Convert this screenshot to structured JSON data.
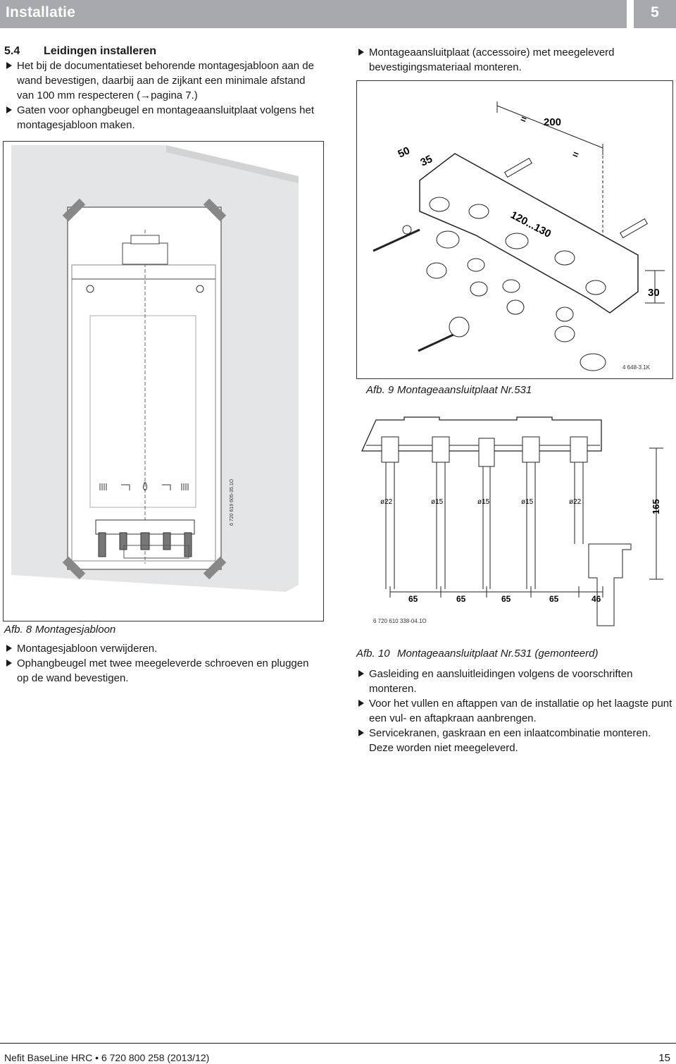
{
  "header": {
    "title": "Installatie",
    "page_badge": "5"
  },
  "left": {
    "section_number": "5.4",
    "section_title": "Leidingen installeren",
    "bullets_top": [
      "Het bij de documentatieset behorende montagesjabloon aan de wand bevestigen, daarbij aan de zijkant een minimale afstand van 100 mm respecteren (→pagina 7.)",
      "Gaten voor ophangbeugel en montageaansluitplaat volgens het montagesjabloon maken."
    ],
    "fig8": {
      "code": "6 720 619 605-35.1O",
      "label": "Afb. 8",
      "caption": "Montagesjabloon"
    },
    "bullets_bottom": [
      "Montagesjabloon verwijderen.",
      "Ophangbeugel met twee meegeleverde schroeven en pluggen op de wand bevestigen."
    ]
  },
  "right": {
    "bullet_top": "Montageaansluitplaat (accessoire) met meegeleverd bevestigingsmateriaal monteren.",
    "fig9": {
      "dims": {
        "d200": "200",
        "d50": "50",
        "d35": "35",
        "d120": "120...130",
        "d30": "30",
        "eq": "="
      },
      "code": "4 648-3.1K",
      "label": "Afb. 9",
      "caption": "Montageaansluitplaat Nr.531"
    },
    "fig10": {
      "diameters": [
        "ø22",
        "ø15",
        "ø15",
        "ø15",
        "ø22"
      ],
      "height": "165",
      "spacings": [
        "65",
        "65",
        "65",
        "65",
        "46"
      ],
      "code": "6 720 610 338-04.1O",
      "label": "Afb. 10",
      "caption": "Montageaansluitplaat Nr.531 (gemonteerd)"
    },
    "bullets_bottom": [
      "Gasleiding en aansluitleidingen volgens de voorschriften monteren.",
      "Voor het vullen en aftappen van de installatie op het laagste punt een vul- en aftapkraan aanbrengen.",
      "Servicekranen, gaskraan en een inlaatcombinatie monteren. Deze worden niet meegeleverd."
    ]
  },
  "footer": {
    "left": "Nefit BaseLine HRC • 6 720 800 258 (2013/12)",
    "page": "15"
  }
}
